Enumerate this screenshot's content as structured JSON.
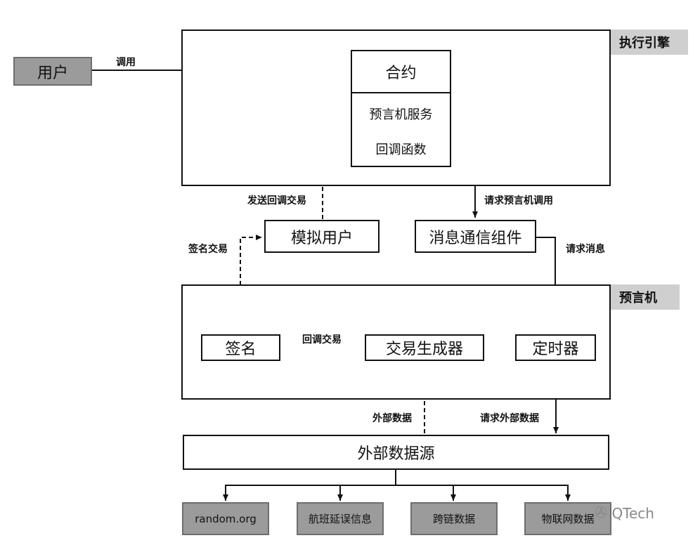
{
  "nodes": {
    "user": "用户",
    "engine_tag": "执行引擎",
    "contract_title": "合约",
    "oracle_service": "预言机服务",
    "callback_fn": "回调函数",
    "mock_user": "模拟用户",
    "msg_component": "消息通信组件",
    "oracle_tag": "预言机",
    "sign": "签名",
    "tx_generator": "交易生成器",
    "timer": "定时器",
    "external_source": "外部数据源",
    "src_random": "random.org",
    "src_flight": "航班延误信息",
    "src_crosschain": "跨链数据",
    "src_iot": "物联网数据"
  },
  "edges": {
    "invoke": "调用",
    "send_callback_tx": "发送回调交易",
    "request_oracle_call": "请求预言机调用",
    "sign_tx": "签名交易",
    "request_msg": "请求消息",
    "callback_tx": "回调交易",
    "external_data": "外部数据",
    "request_external": "请求外部数据"
  },
  "watermark": "QTech"
}
